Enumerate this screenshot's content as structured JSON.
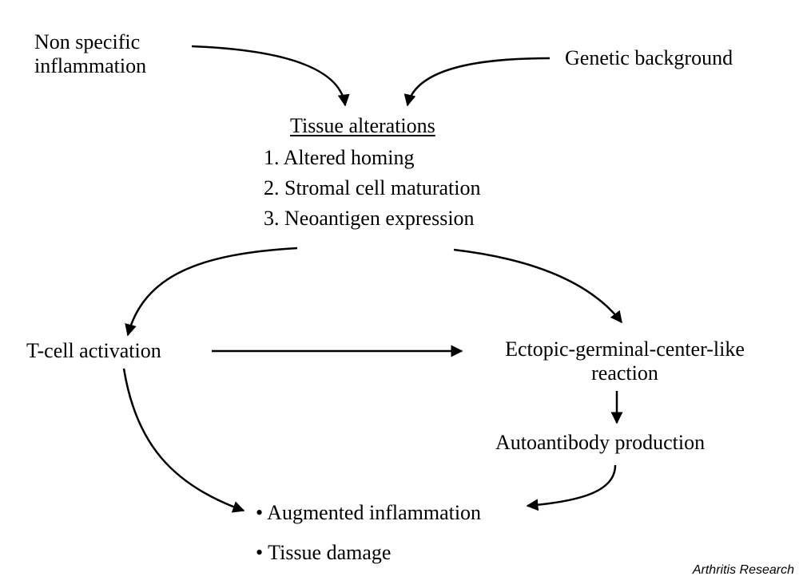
{
  "nodes": {
    "nonspecific": {
      "line1": "Non specific",
      "line2": "inflammation"
    },
    "genetic": "Genetic background",
    "tissue_alt": {
      "title": "Tissue alterations",
      "items": [
        "1. Altered homing",
        "2. Stromal cell maturation",
        "3. Neoantigen expression"
      ]
    },
    "tcell": "T-cell activation",
    "ectopic": {
      "line1": "Ectopic-germinal-center-like",
      "line2": "reaction"
    },
    "autoantibody": "Autoantibody production",
    "outcomes": [
      "• Augmented inflammation",
      "• Tissue damage"
    ]
  },
  "credit": "Arthritis Research"
}
